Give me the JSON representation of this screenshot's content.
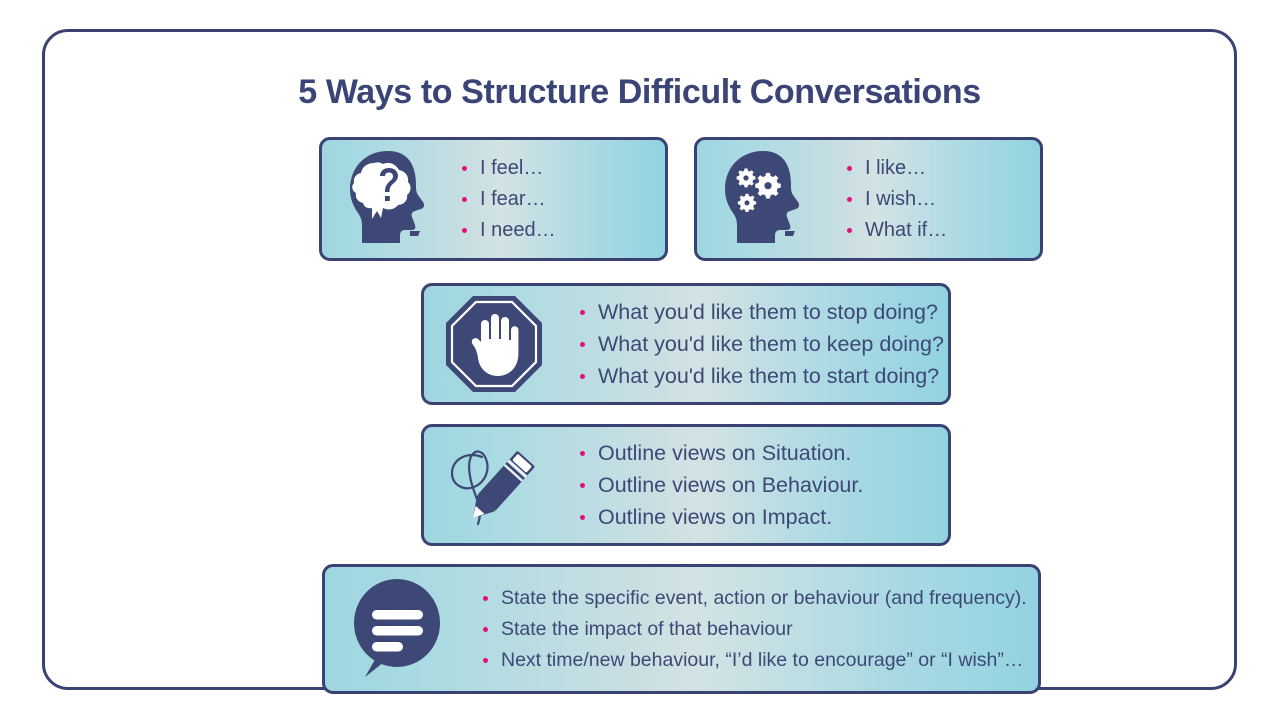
{
  "page": {
    "title": "5 Ways to Structure Difficult Conversations",
    "colors": {
      "navy": "#3a4273",
      "text_navy": "#3d4876",
      "bullet_pink": "#e0117c",
      "card_teal_edge": "#92d3e0",
      "card_center": "#d3e3e4",
      "background": "#ffffff"
    }
  },
  "cards": [
    {
      "icon": "head-question-brain-icon",
      "items": [
        "I feel…",
        "I fear…",
        "I need…"
      ]
    },
    {
      "icon": "head-gears-icon",
      "items": [
        "I like…",
        "I wish…",
        "What if…"
      ]
    },
    {
      "icon": "stop-sign-hand-icon",
      "items": [
        "What you'd like them to stop doing?",
        "What you'd like them to keep doing?",
        "What you'd like them to start doing?"
      ]
    },
    {
      "icon": "pencil-drawing-icon",
      "items": [
        "Outline views on Situation.",
        "Outline views on Behaviour.",
        "Outline views on Impact."
      ]
    },
    {
      "icon": "speech-bubble-icon",
      "items": [
        "State the specific event, action or behaviour (and frequency).",
        "State the impact of that behaviour",
        "Next time/new behaviour, “I’d like to encourage” or “I wish”…"
      ]
    }
  ]
}
